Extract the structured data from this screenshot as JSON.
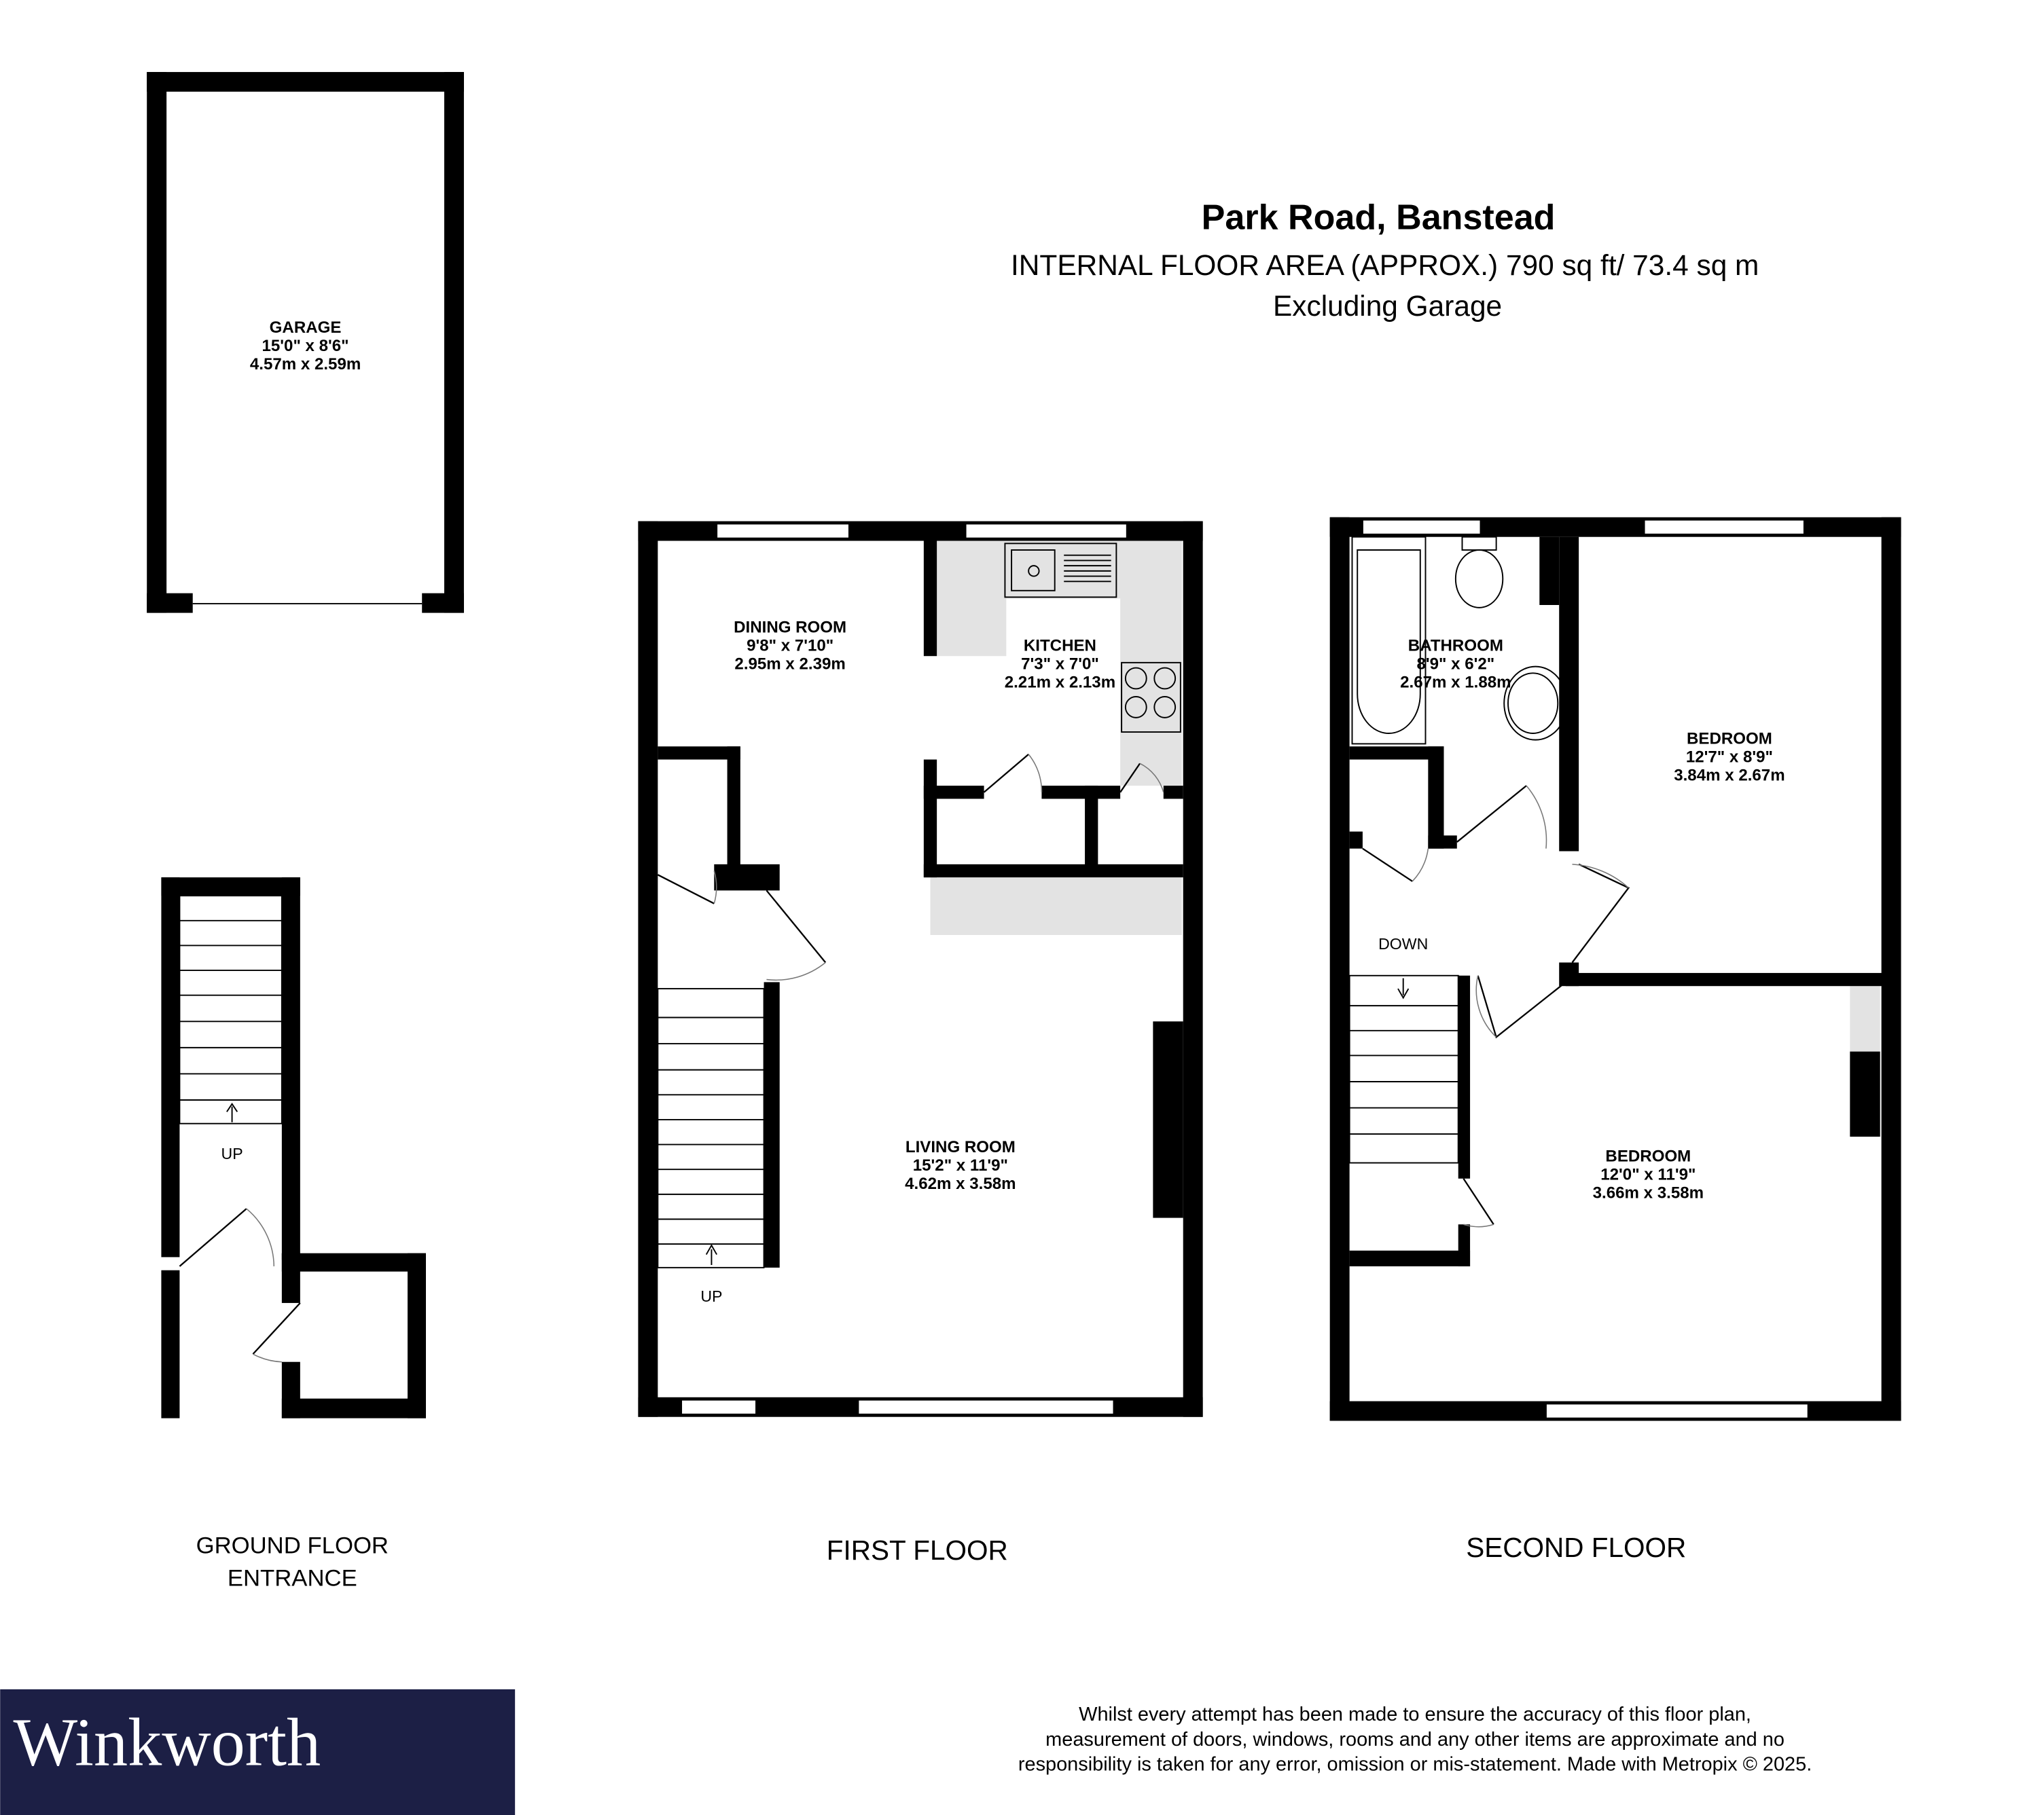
{
  "header": {
    "title": "Park Road, Banstead",
    "area": "INTERNAL FLOOR AREA (APPROX.) 790 sq ft/ 73.4 sq m",
    "note": "Excluding Garage"
  },
  "rooms": {
    "garage": {
      "name": "GARAGE",
      "imperial": "15'0\"  x 8'6\"",
      "metric": "4.57m  x 2.59m"
    },
    "dining": {
      "name": "DINING ROOM",
      "imperial": "9'8\"  x 7'10\"",
      "metric": "2.95m  x 2.39m"
    },
    "kitchen": {
      "name": "KITCHEN",
      "imperial": "7'3\"  x 7'0\"",
      "metric": "2.21m  x 2.13m"
    },
    "living": {
      "name": "LIVING ROOM",
      "imperial": "15'2\"  x 11'9\"",
      "metric": "4.62m  x 3.58m"
    },
    "bathroom": {
      "name": "BATHROOM",
      "imperial": "8'9\"  x 6'2\"",
      "metric": "2.67m  x 1.88m"
    },
    "bedroom1": {
      "name": "BEDROOM",
      "imperial": "12'7\"  x 8'9\"",
      "metric": "3.84m  x 2.67m"
    },
    "bedroom2": {
      "name": "BEDROOM",
      "imperial": "12'0\"  x 11'9\"",
      "metric": "3.66m  x 3.58m"
    }
  },
  "stairs": {
    "ground_up": "UP",
    "first_up": "UP",
    "second_down": "DOWN"
  },
  "floors": {
    "ground_line1": "GROUND FLOOR",
    "ground_line2": "ENTRANCE",
    "first": "FIRST FLOOR",
    "second": "SECOND FLOOR"
  },
  "disclaimer": {
    "line1": "Whilst every attempt has been made to ensure the accuracy of this floor plan,",
    "line2": "measurement of doors, windows, rooms and any other items are approximate and no",
    "line3": "responsibility is taken for any error, omission or mis-statement. Made with Metropix © 2025."
  },
  "brand": {
    "name": "Winkworth",
    "color": "#1c1f45"
  }
}
